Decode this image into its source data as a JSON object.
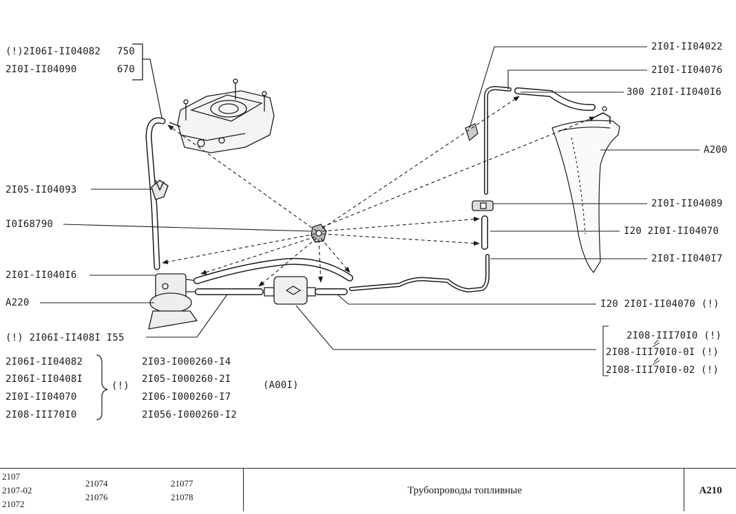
{
  "labels": {
    "tl_a_code": "(!)2I06I-II04082",
    "tl_a_len": "750",
    "tl_b_code": "2I0I-II04090",
    "tl_b_len": "670",
    "l_2105": "2I05-II04093",
    "l_10168790": "I0I68790",
    "l_2101_016": "2I0I-II040I6",
    "l_a220": "A220",
    "l_2106_081": "(!) 2I06I-II408I I55",
    "r_022": "2I0I-II04022",
    "r_076": "2I0I-II04076",
    "r_016": "300 2I0I-II040I6",
    "r_a200": "A200",
    "r_089": "2I0I-II04089",
    "r_070a": "I20 2I0I-II04070",
    "r_017": "2I0I-II040I7",
    "r_070b": "I20 2I0I-II04070 (!)",
    "r_f1": "2I08-III70I0 (!)",
    "r_f2": "2I08-III70I0-0I (!)",
    "r_f3": "2I08-III70I0-02 (!)"
  },
  "applicability": {
    "left": [
      "2I06I-II04082",
      "2I06I-II0408I",
      "2I0I-II04070",
      "2I08-III70I0"
    ],
    "mark": "(!)",
    "right": [
      "2I03-I000260-I4",
      "2I05-I000260-2I",
      "2I06-I000260-I7",
      "2I056-I000260-I2"
    ],
    "note": "(A00I)"
  },
  "footer": {
    "col1": [
      "2107",
      "2107-02",
      "21072"
    ],
    "col2": [
      "21074",
      "21076"
    ],
    "col3": [
      "21077",
      "21078"
    ],
    "title": "Трубопроводы топливные",
    "code": "A210"
  }
}
